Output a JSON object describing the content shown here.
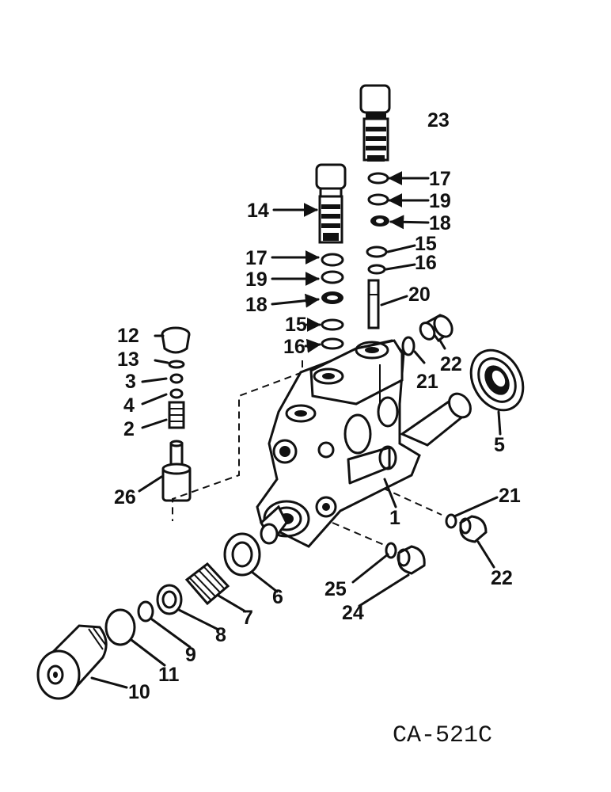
{
  "drawing_code": "CA-521C",
  "callouts": {
    "c1": "1",
    "c2": "2",
    "c3": "3",
    "c4": "4",
    "c5": "5",
    "c6": "6",
    "c7": "7",
    "c8": "8",
    "c9": "9",
    "c10": "10",
    "c11": "11",
    "c12": "12",
    "c13": "13",
    "c14": "14",
    "c15a": "15",
    "c15b": "15",
    "c16a": "16",
    "c16b": "16",
    "c17a": "17",
    "c17b": "17",
    "c18a": "18",
    "c18b": "18",
    "c19a": "19",
    "c19b": "19",
    "c20": "20",
    "c21a": "21",
    "c21b": "21",
    "c22a": "22",
    "c22b": "22",
    "c23": "23",
    "c24": "24",
    "c25": "25",
    "c26": "26"
  }
}
